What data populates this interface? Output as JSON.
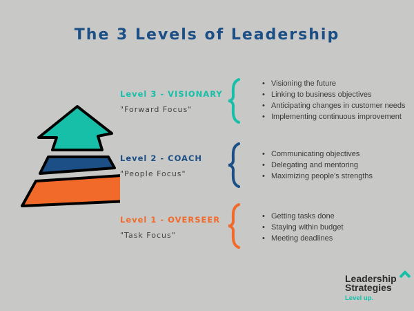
{
  "title": "The 3 Levels of Leadership",
  "colors": {
    "background": "#c8c8c7",
    "title": "#1b4f86",
    "level3": "#17bfa8",
    "level2": "#1b4f86",
    "level1": "#f26a2a",
    "bullet_text": "#3a3a3a"
  },
  "levels": [
    {
      "name": "Level 3 - VISIONARY",
      "focus": "\"Forward Focus\"",
      "bullets": [
        "Visioning the future",
        "Linking to business objectives",
        "Anticipating changes in customer needs",
        "Implementing continuous improvement"
      ]
    },
    {
      "name": "Level 2 - COACH",
      "focus": "\"People Focus\"",
      "bullets": [
        "Communicating objectives",
        "Delegating and mentoring",
        "Maximizing people's strengths"
      ]
    },
    {
      "name": "Level 1 - OVERSEER",
      "focus": "\"Task Focus\"",
      "bullets": [
        "Getting tasks done",
        "Staying within budget",
        "Meeting deadlines"
      ]
    }
  ],
  "pyramid": {
    "icons": [
      "arrow-up-icon",
      "middle-band",
      "bottom-band"
    ]
  },
  "logo": {
    "line1": "Leadership",
    "line2": "Strategies",
    "tagline": "Level up."
  }
}
